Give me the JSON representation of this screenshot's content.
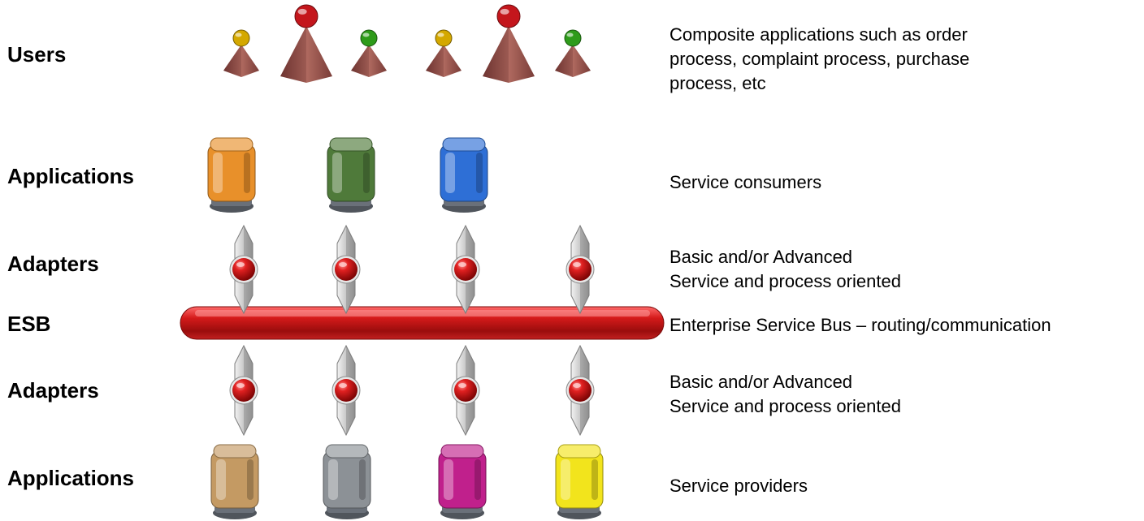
{
  "rows": [
    {
      "label": "Users",
      "description": "Composite applications such as order\nprocess, complaint process, purchase\nprocess, etc"
    },
    {
      "label": "Applications",
      "description": "Service consumers"
    },
    {
      "label": "Adapters",
      "description": "Basic and/or Advanced\nService and process oriented"
    },
    {
      "label": "ESB",
      "description": "Enterprise Service Bus – routing/communication"
    },
    {
      "label": "Adapters",
      "description": "Basic and/or Advanced\nService and process oriented"
    },
    {
      "label": "Applications",
      "description": "Service providers"
    }
  ],
  "users": [
    {
      "size": "small",
      "ball_color": "#d4a800"
    },
    {
      "size": "large",
      "ball_color": "#c4161c"
    },
    {
      "size": "small",
      "ball_color": "#2e9b1a"
    },
    {
      "size": "small",
      "ball_color": "#d4a800"
    },
    {
      "size": "large",
      "ball_color": "#c4161c"
    },
    {
      "size": "small",
      "ball_color": "#2e9b1a"
    }
  ],
  "consumer_apps": [
    {
      "name": "orange-cube",
      "color": "#e8902a"
    },
    {
      "name": "grass-cube",
      "color": "#4f7a3a"
    },
    {
      "name": "bubble-cube",
      "color": "#2e6fd6"
    }
  ],
  "provider_apps": [
    {
      "name": "wood-cube",
      "color": "#c49a63"
    },
    {
      "name": "chrome-balls-cube",
      "color": "#8c9196"
    },
    {
      "name": "magenta-cube",
      "color": "#c0208c"
    },
    {
      "name": "layered-cube",
      "color": "#f2e41c"
    }
  ],
  "colors": {
    "bus": "#c4161c",
    "adapter_core": "#d21a1a",
    "pyramid": "#8a4a45",
    "arrow": "#b9b9b9"
  }
}
